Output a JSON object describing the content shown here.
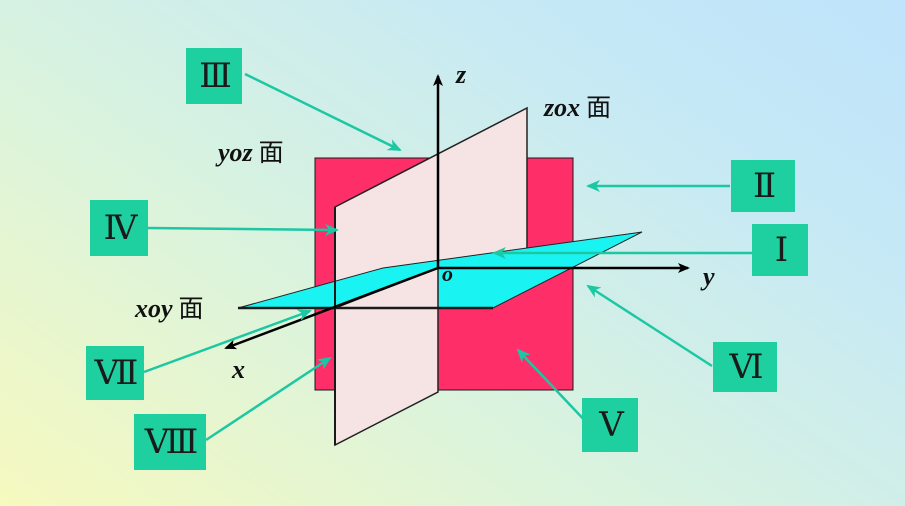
{
  "colors": {
    "yoz_plane": "#fe2f68",
    "zox_plane": "#f6e4e4",
    "xoy_plane": "#19f4f2",
    "label_box": "#1ecf9f",
    "pointer": "#1cc7a3"
  },
  "planes": {
    "yoz": {
      "name": "yoz",
      "suffix": "面"
    },
    "zox": {
      "name": "zox",
      "suffix": "面"
    },
    "xoy": {
      "name": "xoy",
      "suffix": "面"
    }
  },
  "axes": {
    "x": "x",
    "y": "y",
    "z": "z",
    "origin": "o"
  },
  "octants": {
    "I": "Ⅰ",
    "II": "Ⅱ",
    "III": "Ⅲ",
    "IV": "Ⅳ",
    "V": "Ⅴ",
    "VI": "Ⅵ",
    "VII": "Ⅶ",
    "VIII": "Ⅷ"
  }
}
